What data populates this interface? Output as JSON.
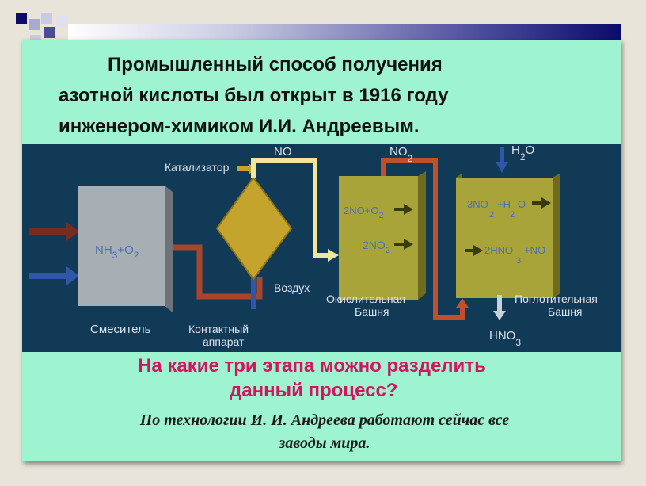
{
  "colors": {
    "slide_background": "#9ef3d1",
    "diagram_background": "#113a57",
    "vessel_fill": "#a8a43a",
    "catalyst_fill": "#c4a42c",
    "mixer_fill": "#a7aeb4",
    "question_color": "#d2155f",
    "label_color": "#dfe3e8",
    "formula_color": "#4d6fb5"
  },
  "intro": {
    "line1": "Промышленный способ получения",
    "line2": "азотной кислоты был открыт в 1916 году",
    "line3": "инженером-химиком И.И. Андреевым."
  },
  "diagram": {
    "mixer_label": "Смеситель",
    "mixer_formula": {
      "a": "NH",
      "a_sub": "3",
      "b": "+O",
      "b_sub": "2"
    },
    "catalyst_label": "Катализатор",
    "contact_label_line1": "Контактный",
    "contact_label_line2": "аппарат",
    "no_label": "NO",
    "no2_label": "NO",
    "no2_sub": "2",
    "air_label": "Воздух",
    "h2o_label": "H",
    "h2o_sub": "2",
    "h2o_tail": "O",
    "oxidation_tower": {
      "line1": "Окислительная",
      "line2": "Башня",
      "reaction1": "2NO+O",
      "reaction1_sub": "2",
      "reaction2": "2NO",
      "reaction2_sub": "2"
    },
    "absorption_tower": {
      "line1": "Поглотительная",
      "line2": "Башня",
      "reaction1_a": "3NO",
      "reaction1_a_sub": "2",
      "reaction1_b": "+H",
      "reaction1_b_sub": "2",
      "reaction1_c": "O",
      "reaction2_a": "2HNO",
      "reaction2_a_sub": "3",
      "reaction2_b": "+NO"
    },
    "product_label": "HNO",
    "product_sub": "3"
  },
  "question": {
    "line1": "На какие три этапа можно разделить",
    "line2": "данный процесс?"
  },
  "note": {
    "line1": "По технологии И. И. Андреева работают сейчас все",
    "line2": "заводы мира."
  }
}
